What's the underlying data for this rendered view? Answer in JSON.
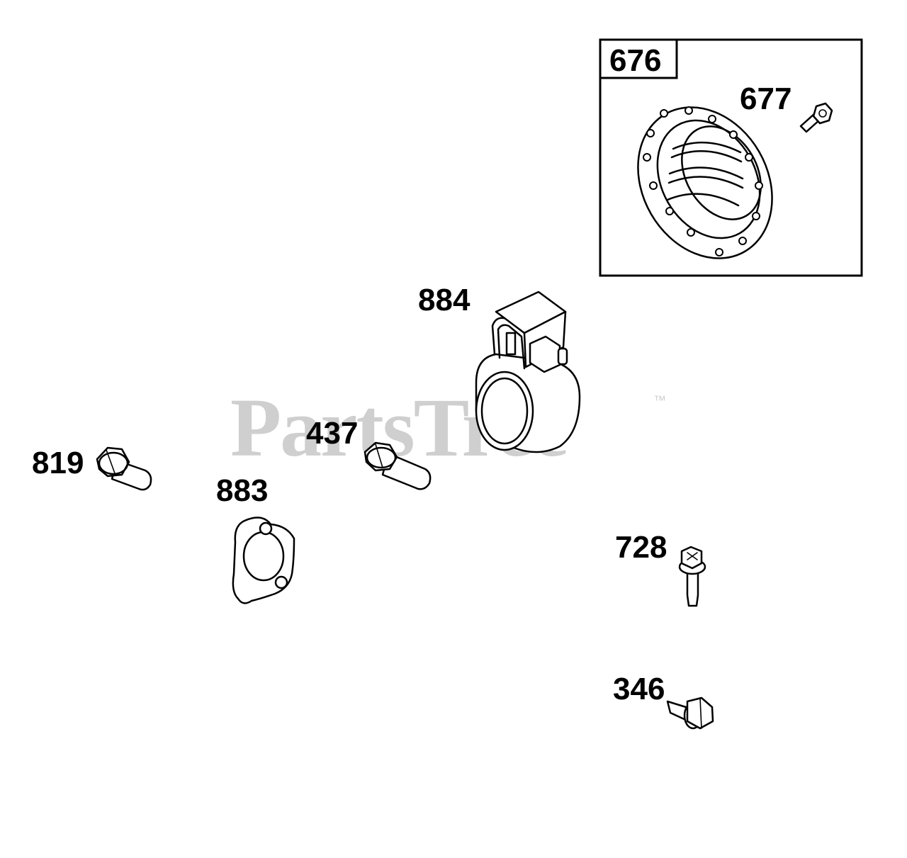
{
  "watermark": {
    "brand": "PartsTree",
    "trademark": "™"
  },
  "parts": {
    "p676": "676",
    "p677": "677",
    "p884": "884",
    "p437": "437",
    "p819": "819",
    "p883": "883",
    "p728": "728",
    "p346": "346"
  },
  "colors": {
    "line": "#000000",
    "background": "#ffffff",
    "watermark": "#cfcfcf"
  }
}
